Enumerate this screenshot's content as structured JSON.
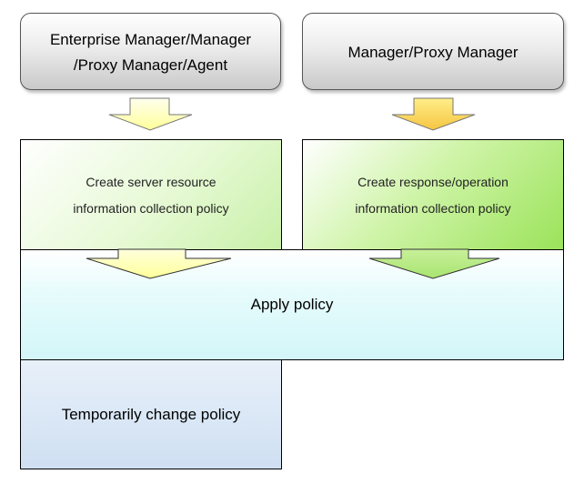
{
  "roles": {
    "left": {
      "line1": "Enterprise Manager/Manager",
      "line2": "/Proxy Manager/Agent"
    },
    "right": {
      "label": "Manager/Proxy Manager"
    }
  },
  "steps": {
    "server_policy": {
      "line1": "Create server resource",
      "line2": "information collection policy"
    },
    "response_policy": {
      "line1": "Create response/operation",
      "line2": "information collection policy"
    },
    "apply": {
      "label": "Apply policy"
    },
    "temporary": {
      "label": "Temporarily change policy"
    }
  },
  "colors": {
    "arrow_fill": "#ffff99",
    "server_policy_fill": "#e6f9d4",
    "response_policy_fill": "#b8ef7e",
    "apply_fill": "#e6fbfc",
    "temporary_fill": "#dbe8f6"
  }
}
